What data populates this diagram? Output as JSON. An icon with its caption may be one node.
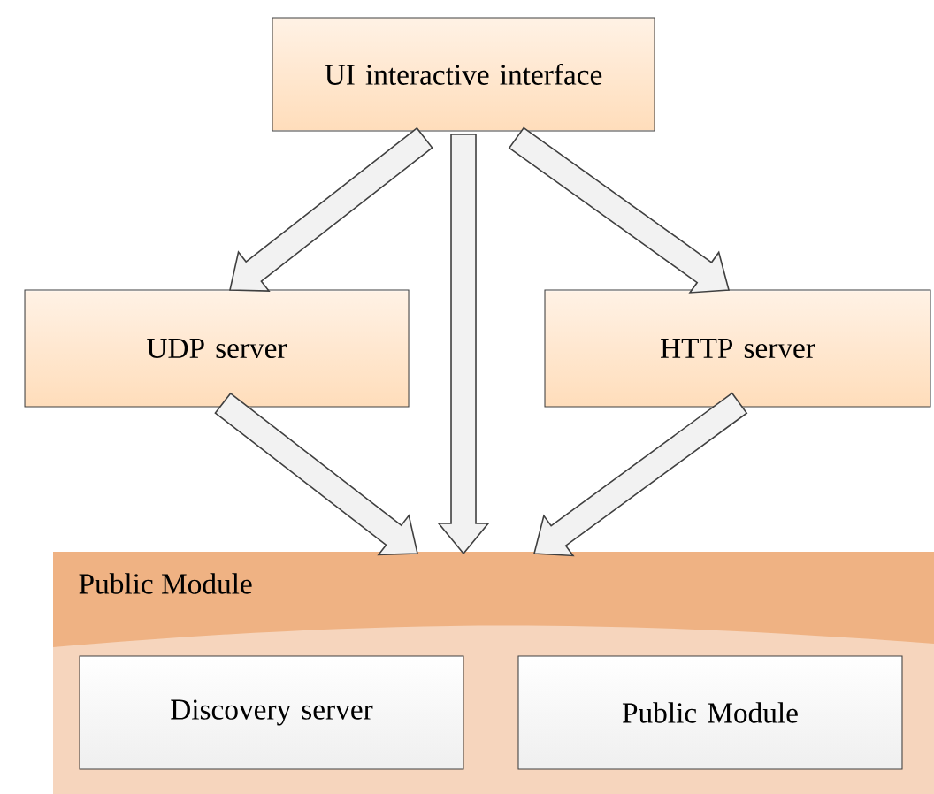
{
  "diagram": {
    "nodes": [
      {
        "text": [
          "UI interactive interface"
        ]
      },
      {
        "text": [
          "UDP server"
        ]
      },
      {
        "text": [
          "HTTP server"
        ]
      },
      {
        "text": [
          "Public Module"
        ]
      },
      {
        "text": [
          "Discovery server"
        ],
        "in": 3
      },
      {
        "text": [
          "Public Module"
        ],
        "in": 3
      }
    ],
    "edges": [
      {
        "from": 0,
        "to": 1,
        "arrow": "to"
      },
      {
        "from": 0,
        "to": 3,
        "arrow": "to"
      },
      {
        "from": 0,
        "to": 2,
        "arrow": "to"
      },
      {
        "from": 1,
        "to": 3,
        "arrow": "to"
      },
      {
        "from": 2,
        "to": 3,
        "arrow": "to"
      }
    ]
  }
}
